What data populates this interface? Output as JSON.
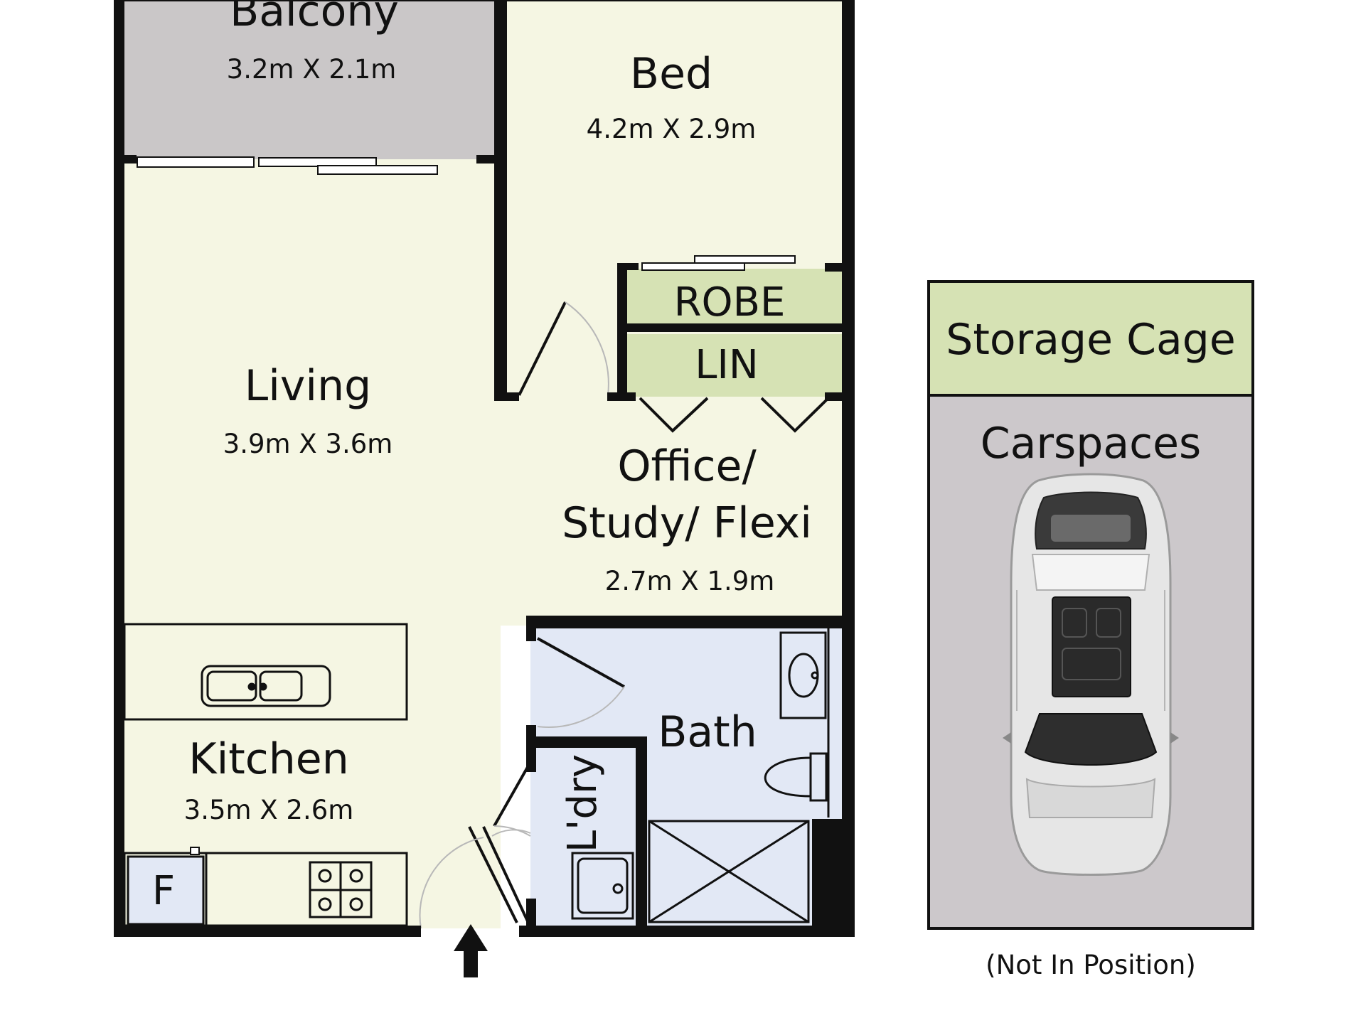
{
  "rooms": {
    "balcony": {
      "name": "Balcony",
      "dims": "3.2m X 2.1m"
    },
    "bed": {
      "name": "Bed",
      "dims": "4.2m X 2.9m"
    },
    "living": {
      "name": "Living",
      "dims": "3.9m X 3.6m"
    },
    "office": {
      "name_line1": "Office/",
      "name_line2": "Study/ Flexi",
      "dims": "2.7m X 1.9m"
    },
    "kitchen": {
      "name": "Kitchen",
      "dims": "3.5m X 2.6m"
    },
    "bath": {
      "name": "Bath"
    },
    "laundry": {
      "name": "L'dry"
    },
    "robe": {
      "name": "ROBE"
    },
    "linen": {
      "name": "LIN"
    },
    "fridge": {
      "name": "F"
    }
  },
  "parking": {
    "storage": "Storage Cage",
    "carspaces": "Carspaces",
    "note": "(Not In Position)"
  },
  "icons": {
    "entry": "entry-arrow-icon",
    "car": "car-icon",
    "sink": "kitchen-sink-icon",
    "cooktop": "cooktop-icon",
    "basin": "basin-icon",
    "toilet": "toilet-icon",
    "shower": "shower-icon",
    "tub": "laundry-tub-icon"
  },
  "colors": {
    "floor": "#f5f6e3",
    "balcony": "#cac7c8",
    "wet_area": "#e2e8f5",
    "storage": "#d6e2b4",
    "carspace": "#ccc8cb",
    "wall": "#111111"
  }
}
